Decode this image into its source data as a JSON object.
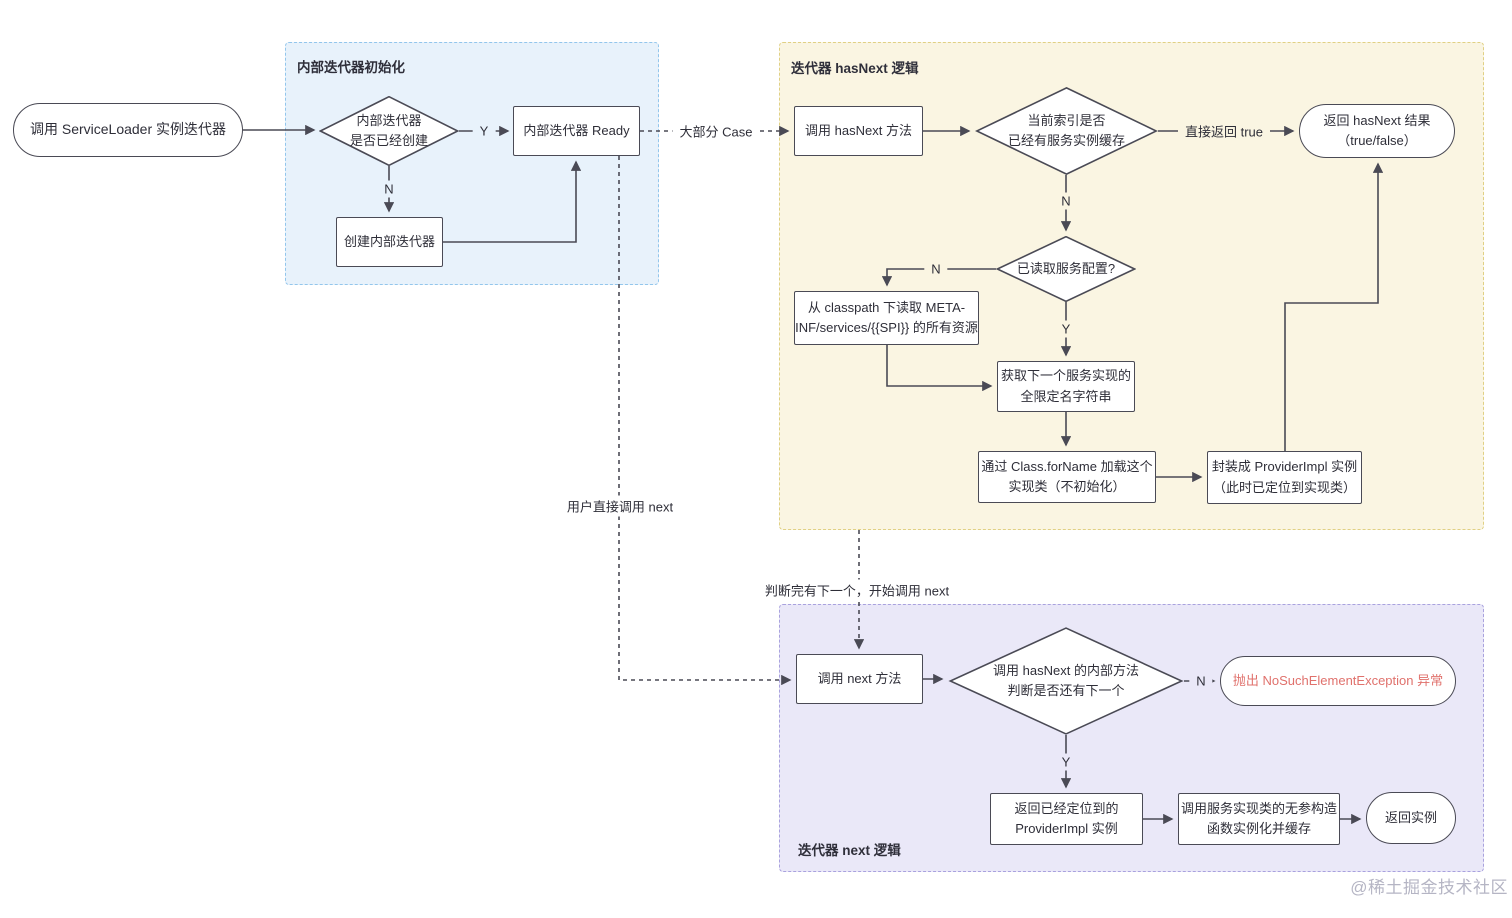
{
  "colors": {
    "blue-fill": "#e8f2fb",
    "blue-border": "#93c6ec",
    "yellow-fill": "#faf5e2",
    "yellow-border": "#e0d084",
    "purple-fill": "#eae8f8",
    "purple-border": "#a9a2de",
    "accent-red": "#e0716c",
    "line": "#4a4a55"
  },
  "regions": {
    "init": {
      "title": "内部迭代器初始化"
    },
    "hasnext": {
      "title": "迭代器 hasNext 逻辑"
    },
    "next": {
      "title": "迭代器 next 逻辑"
    }
  },
  "nodes": {
    "start": {
      "line1": "调用 ServiceLoader 实例迭代器"
    },
    "d1": {
      "line1": "内部迭代器",
      "line2": "是否已经创建"
    },
    "ready": {
      "line1": "内部迭代器 Ready"
    },
    "create": {
      "line1": "创建内部迭代器"
    },
    "call_hasnext": {
      "line1": "调用 hasNext 方法"
    },
    "d2": {
      "line1": "当前索引是否",
      "line2": "已经有服务实例缓存"
    },
    "return_hasnext": {
      "line1": "返回 hasNext 结果",
      "line2": "（true/false）"
    },
    "d3": {
      "line1": "已读取服务配置?"
    },
    "read_meta": {
      "line1": "从 classpath 下读取 META-",
      "line2": "INF/services/{{SPI}} 的所有资源"
    },
    "get_next_name": {
      "line1": "获取下一个服务实现的",
      "line2": "全限定名字符串"
    },
    "class_forname": {
      "line1": "通过 Class.forName 加载这个",
      "line2": "实现类（不初始化）"
    },
    "wrap_provider": {
      "line1": "封装成 ProviderImpl 实例",
      "line2": "（此时已定位到实现类）"
    },
    "call_next": {
      "line1": "调用 next 方法"
    },
    "d4": {
      "line1": "调用 hasNext 的内部方法",
      "line2": "判断是否还有下一个"
    },
    "throw_exception": {
      "line1": "抛出 NoSuchElementException 异常"
    },
    "return_located": {
      "line1": "返回已经定位到的",
      "line2": "ProviderImpl 实例"
    },
    "call_ctor": {
      "line1": "调用服务实现类的无参构造",
      "line2": "函数实例化并缓存"
    },
    "return_instance": {
      "line1": "返回实例"
    }
  },
  "edge_labels": {
    "y1": "Y",
    "n1": "N",
    "most_case": "大部分 Case",
    "direct_true": "直接返回 true",
    "n2": "N",
    "n3": "N",
    "y2": "Y",
    "user_next": "用户直接调用 next",
    "after_hasnext": "判断完有下一个，开始调用 next",
    "n4": "N",
    "y3": "Y"
  },
  "watermark": "@稀土掘金技术社区"
}
